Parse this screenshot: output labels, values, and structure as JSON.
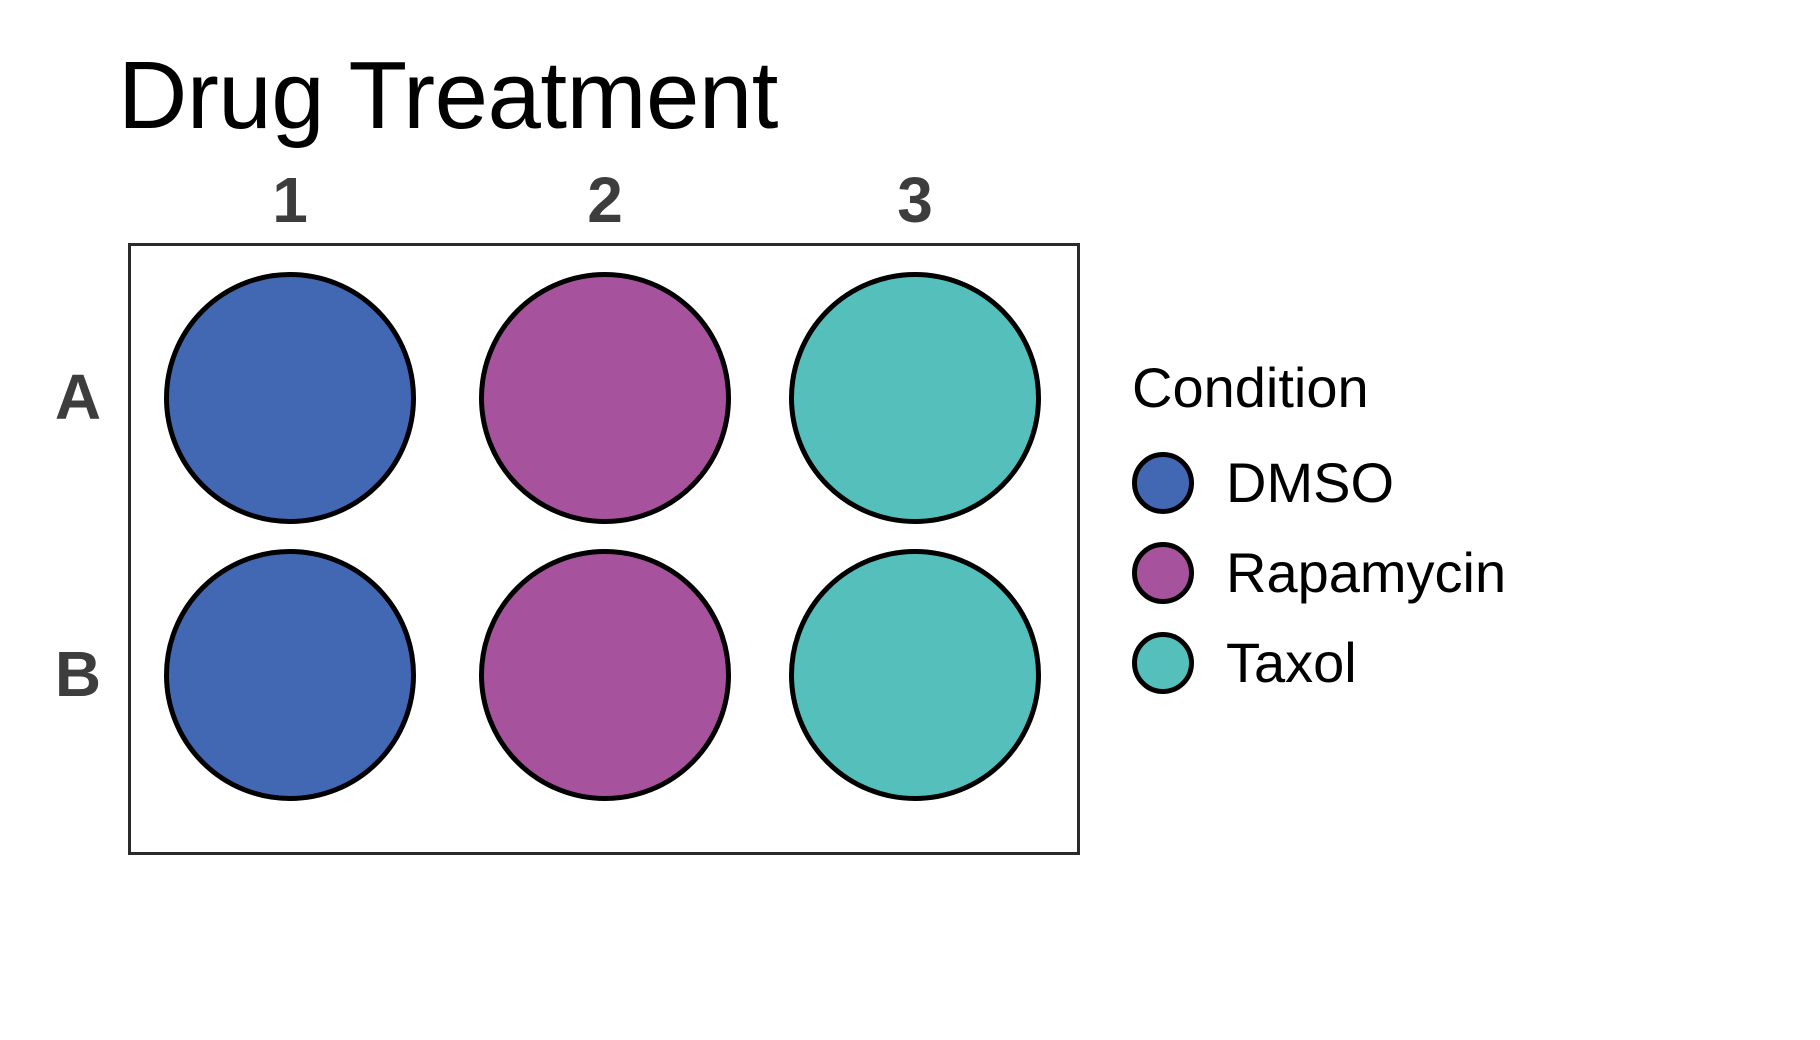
{
  "chart_data": {
    "type": "heatmap",
    "title": "Drug Treatment",
    "xlabel": "",
    "ylabel": "",
    "grid": false,
    "legend_position": "right",
    "columns": [
      "1",
      "2",
      "3"
    ],
    "rows": [
      "A",
      "B"
    ],
    "categories": [
      "DMSO",
      "Rapamycin",
      "Taxol"
    ],
    "colors": {
      "DMSO": "#4268b3",
      "Rapamycin": "#a7529d",
      "Taxol": "#55bfbc",
      "well_outline": "#000000",
      "plate_border": "#2b2b2b",
      "axis_label": "#3d3d3d",
      "text": "#000000",
      "background": "#ffffff"
    },
    "wells": [
      {
        "id": "A1",
        "row": "A",
        "column": "1",
        "condition": "DMSO",
        "color": "#4268b3"
      },
      {
        "id": "A2",
        "row": "A",
        "column": "2",
        "condition": "Rapamycin",
        "color": "#a7529d"
      },
      {
        "id": "A3",
        "row": "A",
        "column": "3",
        "condition": "Taxol",
        "color": "#55bfbc"
      },
      {
        "id": "B1",
        "row": "B",
        "column": "1",
        "condition": "DMSO",
        "color": "#4268b3"
      },
      {
        "id": "B2",
        "row": "B",
        "column": "2",
        "condition": "Rapamycin",
        "color": "#a7529d"
      },
      {
        "id": "B3",
        "row": "B",
        "column": "3",
        "condition": "Taxol",
        "color": "#55bfbc"
      }
    ]
  },
  "title": "Drug Treatment",
  "plate": {
    "column_headers": [
      "1",
      "2",
      "3"
    ],
    "row_headers": [
      "A",
      "B"
    ]
  },
  "legend": {
    "title": "Condition",
    "items": [
      {
        "label": "DMSO",
        "color": "#4268b3"
      },
      {
        "label": "Rapamycin",
        "color": "#a7529d"
      },
      {
        "label": "Taxol",
        "color": "#55bfbc"
      }
    ]
  }
}
